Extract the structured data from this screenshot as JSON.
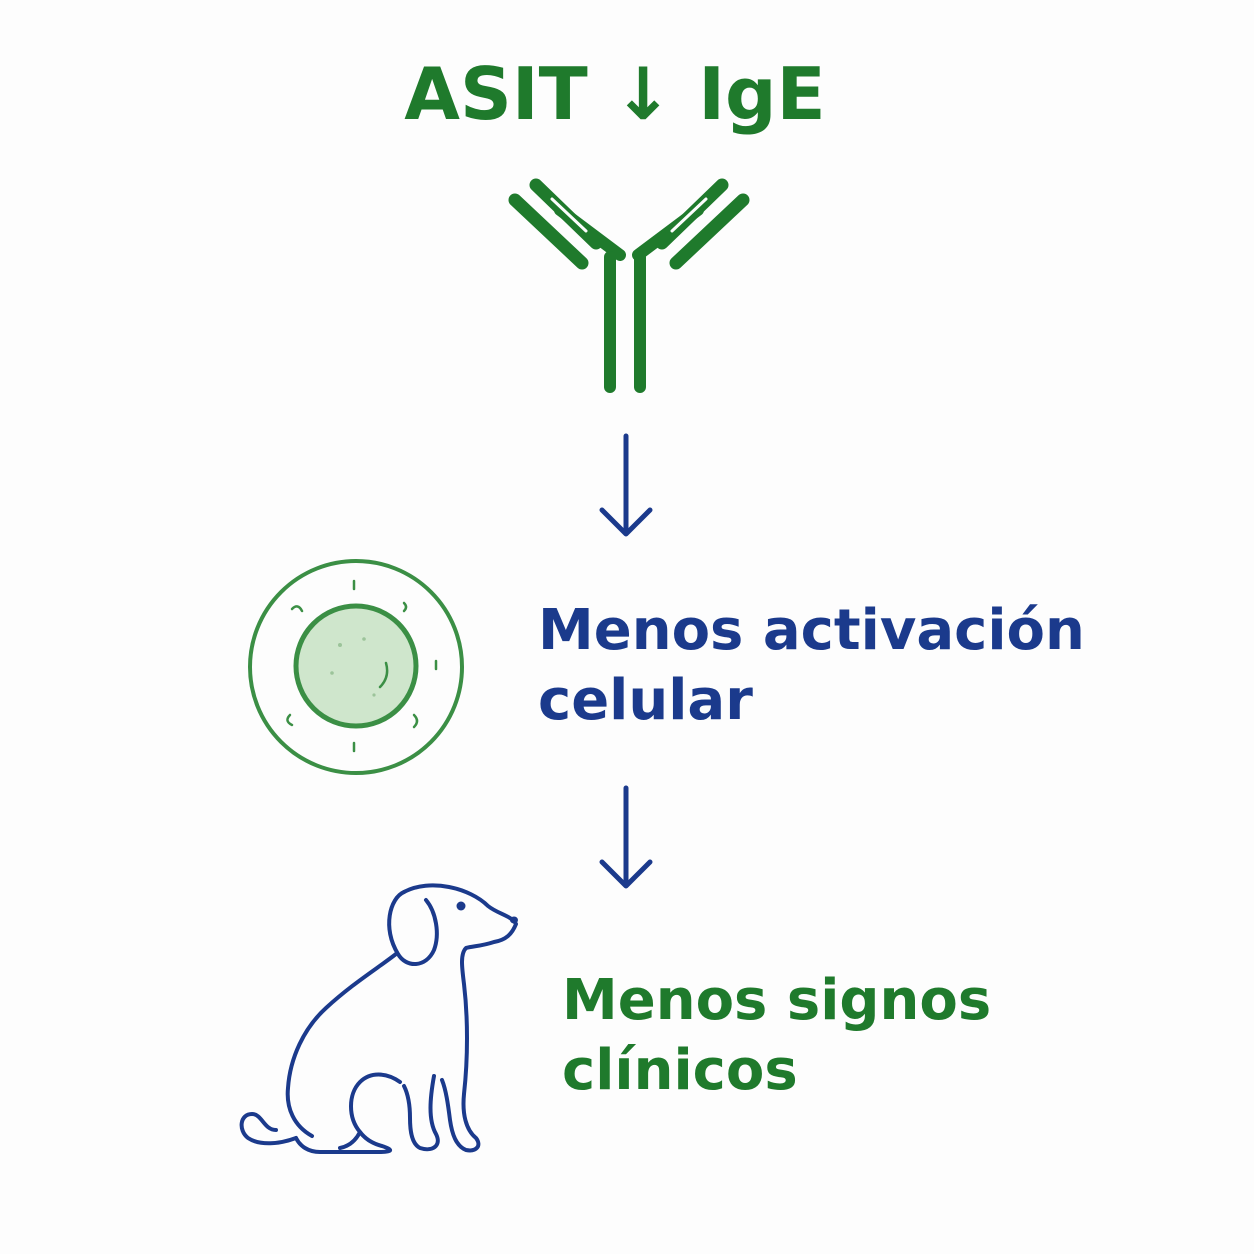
{
  "title": "ASIT ↓ IgE",
  "steps": [
    {
      "line1": "Menos activación",
      "line2": "celular"
    },
    {
      "line1": "Menos signos",
      "line2": "clínicos"
    }
  ],
  "icons": {
    "antibody": "antibody-icon",
    "cell": "cell-icon",
    "dog": "dog-icon",
    "arrow": "arrow-down-icon"
  },
  "colors": {
    "green": "#1f7a2c",
    "cell_green": "#3b8f45",
    "cell_fill": "#cfe6cc",
    "blue": "#1b3a8c",
    "background": "#fdfdfd"
  }
}
